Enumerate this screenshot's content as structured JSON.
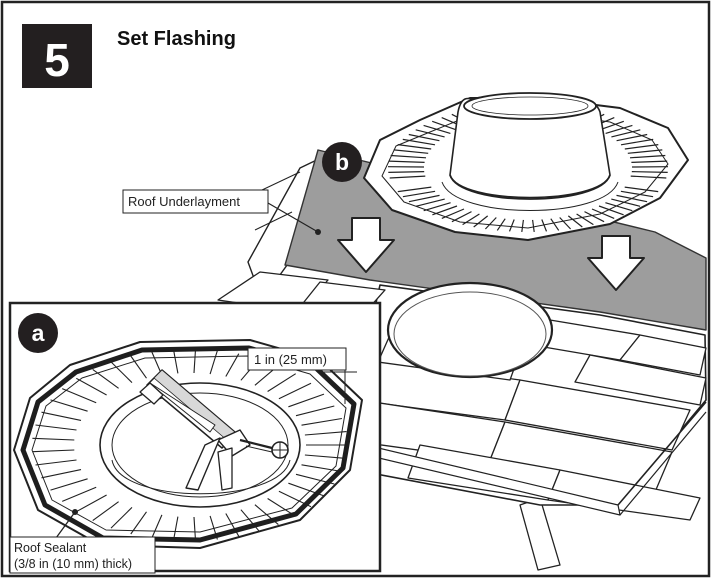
{
  "step": {
    "number": "5",
    "title": "Set Flashing"
  },
  "labels": {
    "underlayment": "Roof Underlayment",
    "dimension": "1 in (25 mm)",
    "sealant_line1": "Roof Sealant",
    "sealant_line2": "(3/8 in (10 mm) thick)"
  },
  "badges": {
    "a": "a",
    "b": "b"
  },
  "colors": {
    "badge_fill": "#231f20",
    "underlayment_fill": "#9d9d9d",
    "outline": "#222222",
    "panel_background": "#ffffff"
  },
  "icons": {
    "arrows": "down-arrow-icon",
    "caulk_gun": "caulk-gun-icon"
  }
}
